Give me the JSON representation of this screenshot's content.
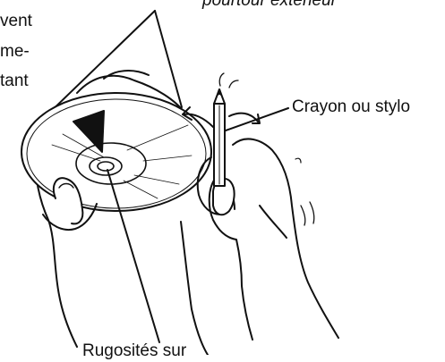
{
  "labels": {
    "top_right_cut": "pourtour extérieur",
    "left_lines": [
      "vent",
      "me-",
      "tant"
    ],
    "pen": "Crayon ou stylo",
    "bottom_cut": "Rugosités sur"
  },
  "colors": {
    "ink": "#111111",
    "background": "#ffffff"
  }
}
